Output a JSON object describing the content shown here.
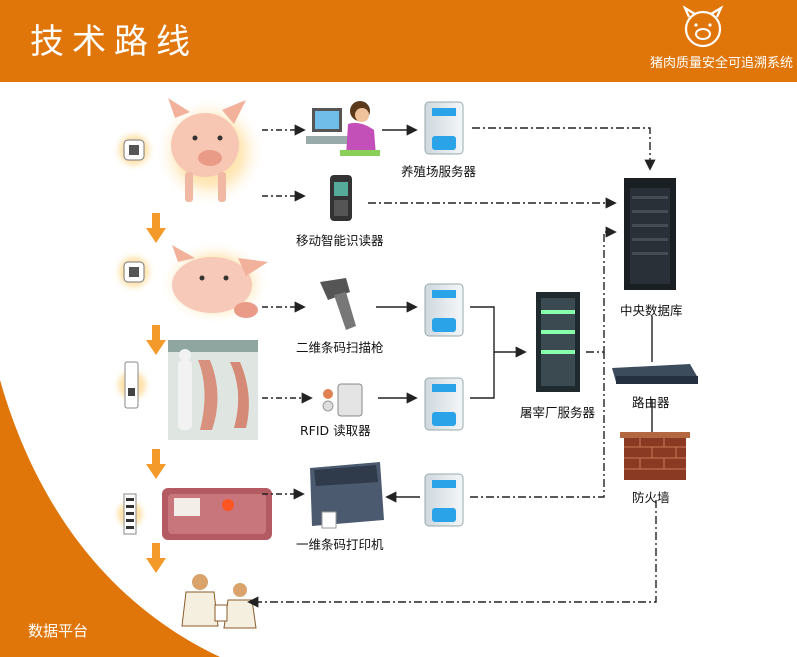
{
  "header": {
    "title": "技术路线",
    "subtitle": "猪肉质量安全可追溯系统"
  },
  "footer": {
    "label": "数据平台"
  },
  "nodes": {
    "farm_server": "养殖场服务器",
    "mobile_reader": "移动智能识读器",
    "qr_scanner": "二维条码扫描枪",
    "rfid_reader": "RFID 读取器",
    "barcode_printer": "一维条码打印机",
    "slaughter_server": "屠宰厂服务器",
    "central_db": "中央数据库",
    "router": "路由器",
    "firewall": "防火墙"
  },
  "colors": {
    "accent": "#e0760a",
    "connector": "#222222"
  }
}
